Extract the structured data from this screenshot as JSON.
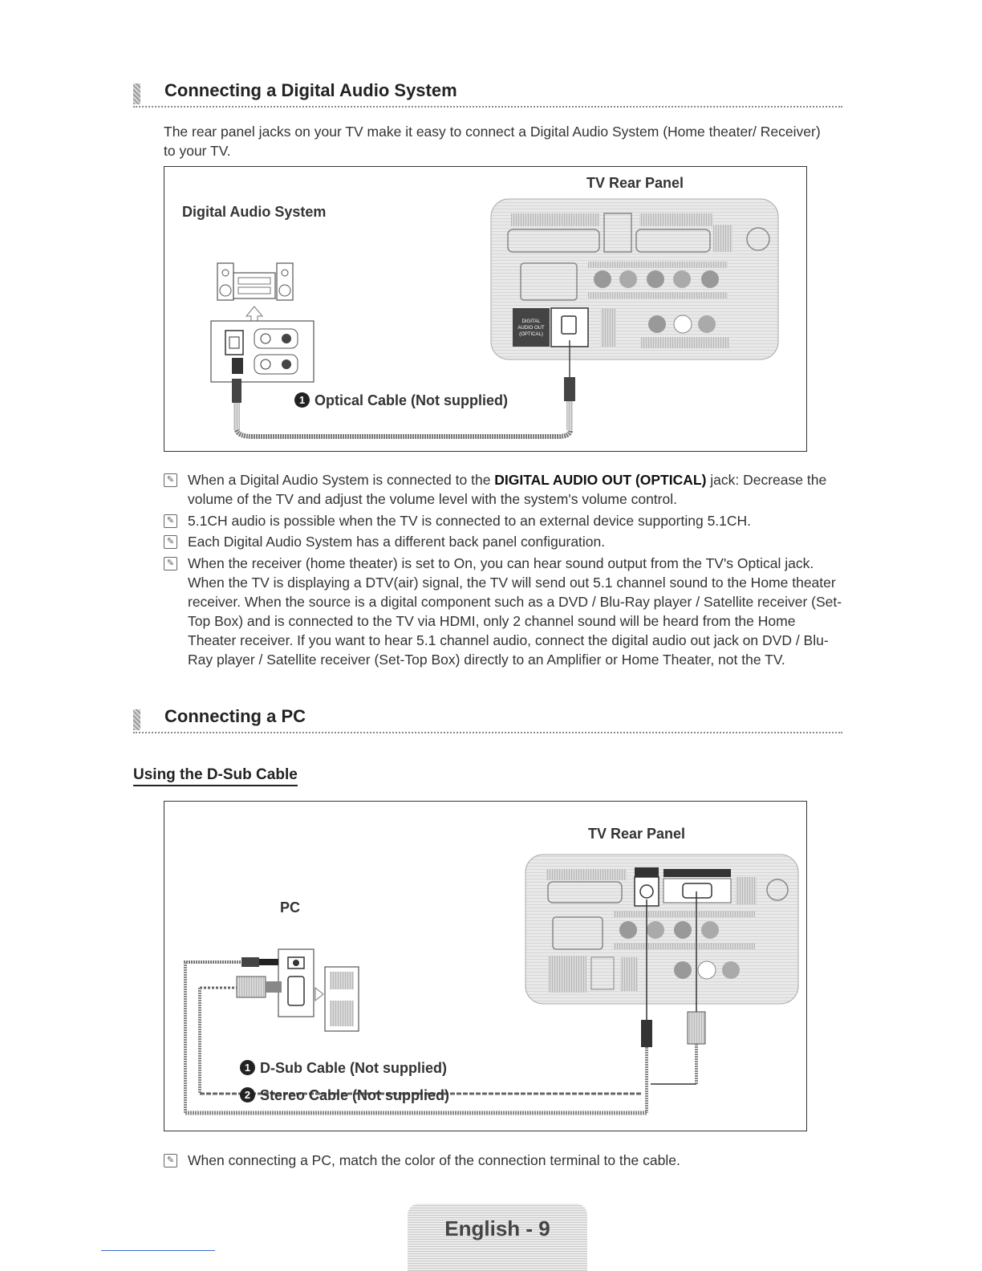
{
  "section1": {
    "title": "Connecting a Digital Audio System",
    "intro": "The rear panel jacks on your TV make it easy to connect a Digital Audio System (Home theater/ Receiver) to your TV.",
    "diagram": {
      "tv_label": "TV Rear Panel",
      "device_label": "Digital Audio System",
      "cable_number": "1",
      "cable_label": "Optical Cable (Not supplied)",
      "port_label": "DIGITAL AUDIO OUT (OPTICAL)"
    },
    "notes": [
      {
        "pre": "When a Digital Audio System is connected to the ",
        "bold": "DIGITAL AUDIO OUT (OPTICAL)",
        "post": " jack: Decrease the volume of the TV and adjust the volume level with the system's volume control."
      },
      {
        "pre": "5.1CH audio is possible when the TV is connected to an external device supporting 5.1CH.",
        "bold": "",
        "post": ""
      },
      {
        "pre": "Each Digital Audio System has a different back panel configuration.",
        "bold": "",
        "post": ""
      },
      {
        "pre": "When the receiver (home theater) is set to On, you can hear sound output from the TV's Optical jack. When the TV is displaying a DTV(air) signal, the TV will send out 5.1 channel sound to the Home theater receiver. When the source is a digital component such as a DVD / Blu-Ray player / Satellite receiver (Set-Top Box) and is connected to the TV via HDMI, only 2 channel sound will be heard from the Home Theater receiver. If you want to hear 5.1 channel audio, connect the digital audio out jack on DVD / Blu-Ray player / Satellite receiver (Set-Top Box) directly to an Amplifier or Home Theater, not the TV.",
        "bold": "",
        "post": ""
      }
    ]
  },
  "section2": {
    "title": "Connecting a PC",
    "subtitle": "Using the D-Sub Cable",
    "diagram": {
      "tv_label": "TV Rear Panel",
      "device_label": "PC",
      "cable1_number": "1",
      "cable1_label": "D-Sub Cable (Not supplied)",
      "cable2_number": "2",
      "cable2_label": "Stereo Cable (Not supplied)"
    },
    "notes": [
      {
        "pre": "When connecting a PC, match the color of the connection terminal to the cable.",
        "bold": "",
        "post": ""
      }
    ]
  },
  "footer": {
    "page_label": "English - 9"
  },
  "icons": [
    "note-icon",
    "speaker-system-icon",
    "tv-rear-panel-icon",
    "pc-tower-icon",
    "optical-connector-icon",
    "dsub-connector-icon",
    "stereo-connector-icon"
  ]
}
